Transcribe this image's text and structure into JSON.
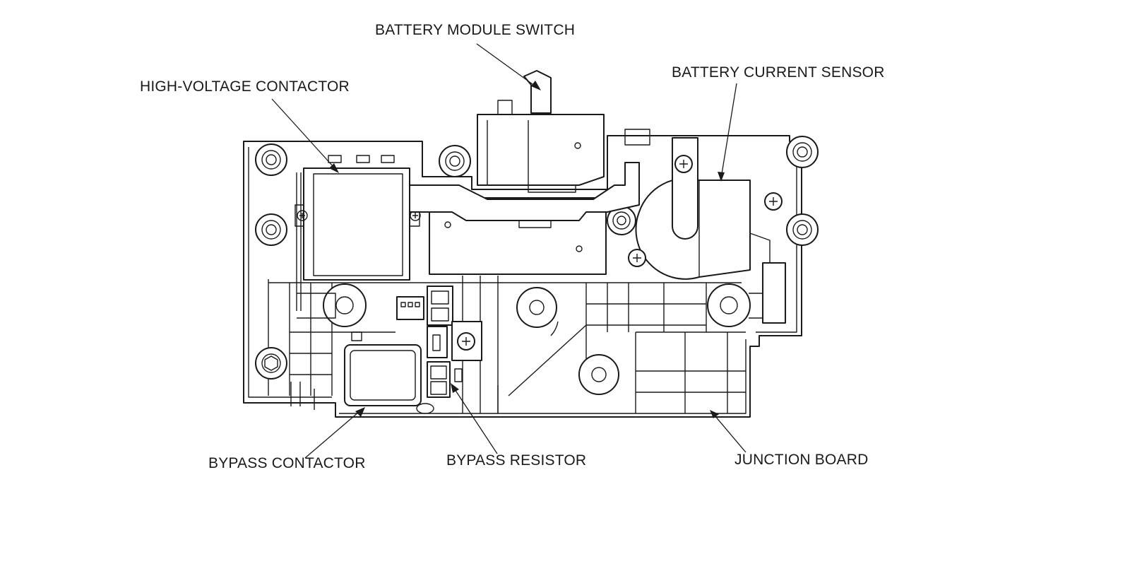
{
  "diagram": {
    "labels": {
      "battery_module_switch": "BATTERY MODULE SWITCH",
      "high_voltage_contactor": "HIGH-VOLTAGE CONTACTOR",
      "battery_current_sensor": "BATTERY CURRENT SENSOR",
      "bypass_contactor": "BYPASS CONTACTOR",
      "bypass_resistor": "BYPASS RESISTOR",
      "junction_board": "JUNCTION BOARD"
    }
  }
}
